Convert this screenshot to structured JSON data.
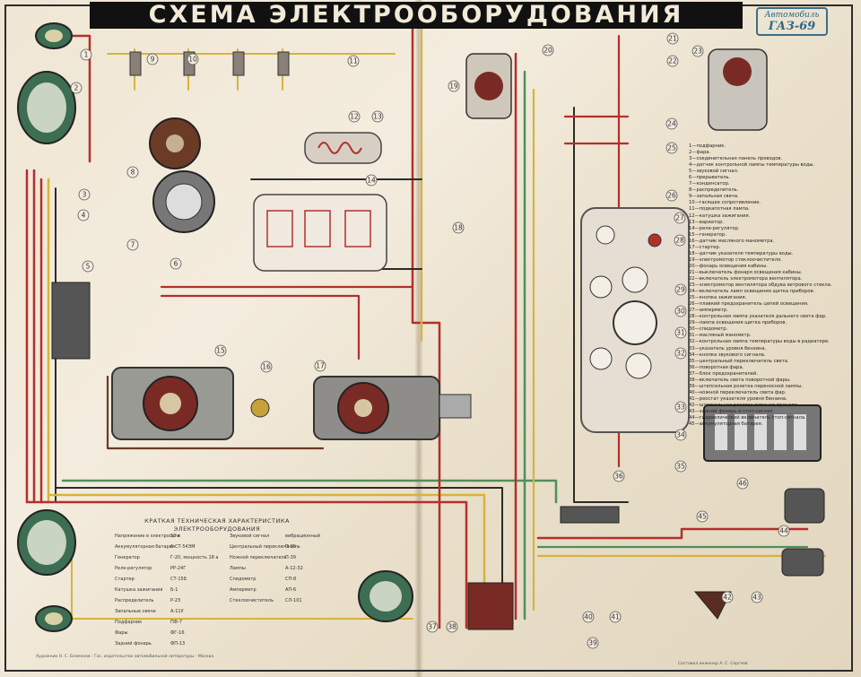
{
  "title": "СХЕМА ЭЛЕКТРООБОРУДОВАНИЯ",
  "badge": {
    "line1": "Автомобиль",
    "line2": "ГАЗ-69"
  },
  "legend": [
    "1—подфарник.",
    "2—фара.",
    "3—соединительная панель проводов.",
    "4—датчик контрольной лампы температуры воды.",
    "5—звуковой сигнал.",
    "6—прерыватель.",
    "7—конденсатор.",
    "8—распределитель.",
    "9—запальная свеча.",
    "10—гасящее сопротивление.",
    "11—подкапотная лампа.",
    "12—катушка зажигания.",
    "13—вариатор.",
    "14—реле-регулятор.",
    "15—генератор.",
    "16—датчик масляного манометра.",
    "17—стартер.",
    "18—датчик указателя температуры воды.",
    "19—электромотор стеклоочистителя.",
    "20—фонарь освещения кабины.",
    "21—выключатель фонаря освещения кабины.",
    "22—включатель электромотора вентилятора.",
    "23—электромотор вентилятора обдува ветрового стекла.",
    "24—включатель ламп освещения щитка приборов.",
    "25—кнопка зажигания.",
    "26—плавкий предохранитель цепей освещения.",
    "27—амперметр.",
    "28—контрольная лампа указателя дальнего света фар.",
    "29—лампа освещения щитка приборов.",
    "30—спидометр.",
    "31—масляный манометр.",
    "32—контрольная лампа температуры воды в радиаторе.",
    "33—указатель уровня бензина.",
    "34—кнопка звукового сигнала.",
    "35—центральный переключатель света.",
    "36—поворотная фара.",
    "37—блок предохранителей.",
    "38—включатель света поворотной фары.",
    "39—штепсельная розетка переносной лампы.",
    "40—ножной переключатель света фар.",
    "41—реостат указателя уровня бензина.",
    "42—штепсельная розетка питания прицепа.",
    "43—задний фонарь и стоп-сигнал.",
    "44—гидравлический включатель стоп-сигнала.",
    "45—аккумуляторная батарея."
  ],
  "spec": {
    "heading1": "КРАТКАЯ ТЕХНИЧЕСКАЯ ХАРАКТЕРИСТИКА",
    "heading2": "ЭЛЕКТРООБОРУДОВАНИЯ",
    "rows": [
      {
        "k": "Напряжение в электросети",
        "v": "12 в",
        "k2": "Звуковой сигнал",
        "v2": "вибрационный"
      },
      {
        "k": "Аккумуляторная батарея",
        "v": "6-СТ-54ЭМ",
        "k2": "Центральный переключатель",
        "v2": "П-25"
      },
      {
        "k": "Генератор",
        "v": "Г-20, мощность 18 а",
        "k2": "Ножной переключатель",
        "v2": "П-39"
      },
      {
        "k": "Реле-регулятор",
        "v": "РР-24Г",
        "k2": "Лампы",
        "v2": "А-12-32"
      },
      {
        "k": "Стартер",
        "v": "СТ-15Б",
        "k2": "Спидометр",
        "v2": "СП-8"
      },
      {
        "k": "Катушка зажигания",
        "v": "Б-1",
        "k2": "Амперметр",
        "v2": "АП-6"
      },
      {
        "k": "Распределитель",
        "v": "Р-23",
        "k2": "Стеклоочиститель",
        "v2": "СЛ-101"
      },
      {
        "k": "Запальные свечи",
        "v": "А-11У",
        "k2": "",
        "v2": ""
      },
      {
        "k": "Подфарник",
        "v": "ПФ-7",
        "k2": "",
        "v2": ""
      },
      {
        "k": "Фары",
        "v": "ФГ-16",
        "k2": "",
        "v2": ""
      },
      {
        "k": "Задний фонарь",
        "v": "ФП-13",
        "k2": "",
        "v2": ""
      }
    ]
  },
  "callouts": [
    "1",
    "2",
    "3",
    "4",
    "5",
    "6",
    "7",
    "8",
    "9",
    "10",
    "11",
    "12",
    "13",
    "14",
    "15",
    "16",
    "17",
    "18",
    "19",
    "20",
    "21",
    "22",
    "23",
    "24",
    "25",
    "26",
    "27",
    "28",
    "29",
    "30",
    "31",
    "32",
    "33",
    "34",
    "35",
    "36",
    "37",
    "38",
    "39",
    "40",
    "41",
    "42",
    "43",
    "44",
    "45",
    "46"
  ],
  "credits": {
    "left": "Художник Н. С. Безменов · Гос. издательство автомобильной литературы · Москва",
    "right": "Составил инженер А. С. Сергеев"
  },
  "colors": {
    "title_bar": "#111111",
    "wire_red": "#b3302a",
    "wire_yellow": "#d8b33a",
    "wire_green": "#4f8f5c",
    "wire_brown": "#6b3b28",
    "wire_black": "#2b2b2b",
    "paper": "#efe6d4"
  }
}
